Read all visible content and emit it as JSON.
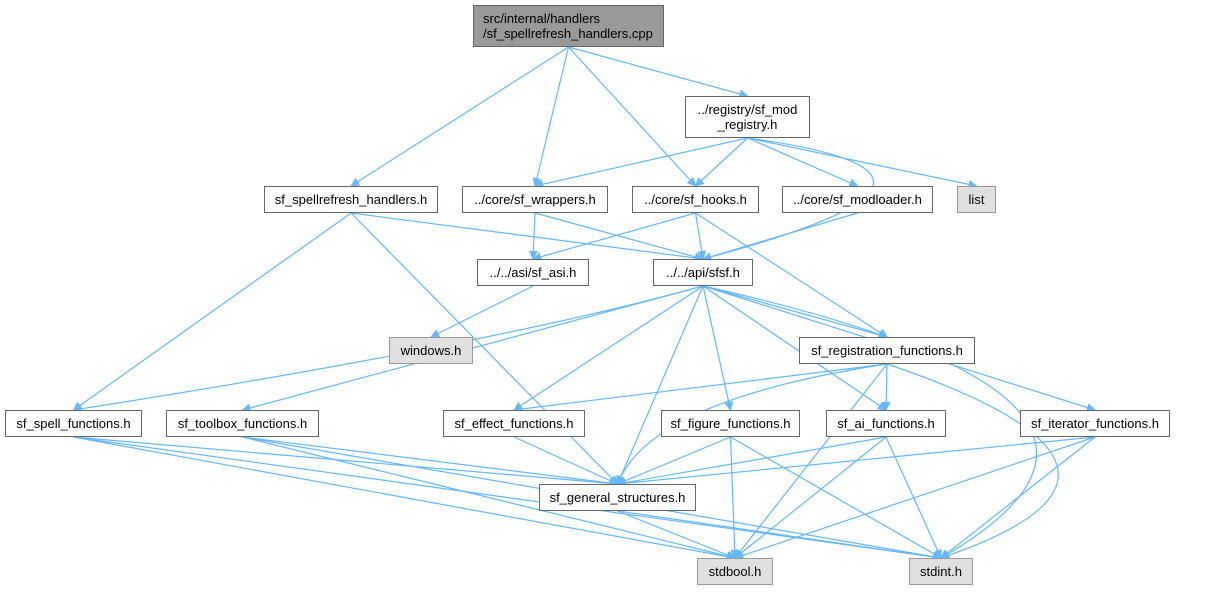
{
  "diagram": {
    "nodes": [
      {
        "id": "root",
        "label": "src/internal/handlers\n/sf_spellrefresh_handlers.cpp",
        "kind": "root"
      },
      {
        "id": "mod_registry",
        "label": "../registry/sf_mod\n_registry.h",
        "kind": "normal"
      },
      {
        "id": "spellrefresh_h",
        "label": "sf_spellrefresh_handlers.h",
        "kind": "normal"
      },
      {
        "id": "wrappers",
        "label": "../core/sf_wrappers.h",
        "kind": "normal"
      },
      {
        "id": "hooks",
        "label": "../core/sf_hooks.h",
        "kind": "normal"
      },
      {
        "id": "modloader",
        "label": "../core/sf_modloader.h",
        "kind": "normal"
      },
      {
        "id": "list",
        "label": "list",
        "kind": "ext"
      },
      {
        "id": "asi",
        "label": "../../asi/sf_asi.h",
        "kind": "normal"
      },
      {
        "id": "sfsf",
        "label": "../../api/sfsf.h",
        "kind": "normal"
      },
      {
        "id": "windows",
        "label": "windows.h",
        "kind": "ext"
      },
      {
        "id": "registration",
        "label": "sf_registration_functions.h",
        "kind": "normal"
      },
      {
        "id": "spell",
        "label": "sf_spell_functions.h",
        "kind": "normal"
      },
      {
        "id": "toolbox",
        "label": "sf_toolbox_functions.h",
        "kind": "normal"
      },
      {
        "id": "effect",
        "label": "sf_effect_functions.h",
        "kind": "normal"
      },
      {
        "id": "figure",
        "label": "sf_figure_functions.h",
        "kind": "normal"
      },
      {
        "id": "ai",
        "label": "sf_ai_functions.h",
        "kind": "normal"
      },
      {
        "id": "iterator",
        "label": "sf_iterator_functions.h",
        "kind": "normal"
      },
      {
        "id": "general",
        "label": "sf_general_structures.h",
        "kind": "normal"
      },
      {
        "id": "stdbool",
        "label": "stdbool.h",
        "kind": "ext"
      },
      {
        "id": "stdint",
        "label": "stdint.h",
        "kind": "ext"
      }
    ],
    "edges": [
      [
        "root",
        "mod_registry"
      ],
      [
        "root",
        "spellrefresh_h"
      ],
      [
        "root",
        "wrappers"
      ],
      [
        "root",
        "hooks"
      ],
      [
        "mod_registry",
        "wrappers"
      ],
      [
        "mod_registry",
        "hooks"
      ],
      [
        "mod_registry",
        "modloader"
      ],
      [
        "mod_registry",
        "list"
      ],
      [
        "mod_registry",
        "sfsf"
      ],
      [
        "spellrefresh_h",
        "sfsf"
      ],
      [
        "spellrefresh_h",
        "spell"
      ],
      [
        "spellrefresh_h",
        "general"
      ],
      [
        "wrappers",
        "asi"
      ],
      [
        "wrappers",
        "sfsf"
      ],
      [
        "hooks",
        "asi"
      ],
      [
        "hooks",
        "sfsf"
      ],
      [
        "hooks",
        "registration"
      ],
      [
        "modloader",
        "sfsf"
      ],
      [
        "asi",
        "windows"
      ],
      [
        "sfsf",
        "registration"
      ],
      [
        "sfsf",
        "spell"
      ],
      [
        "sfsf",
        "toolbox"
      ],
      [
        "sfsf",
        "effect"
      ],
      [
        "sfsf",
        "figure"
      ],
      [
        "sfsf",
        "ai"
      ],
      [
        "sfsf",
        "iterator"
      ],
      [
        "sfsf",
        "general"
      ],
      [
        "sfsf",
        "stdint"
      ],
      [
        "registration",
        "effect"
      ],
      [
        "registration",
        "ai"
      ],
      [
        "registration",
        "general"
      ],
      [
        "registration",
        "stdbool"
      ],
      [
        "registration",
        "stdint"
      ],
      [
        "spell",
        "general"
      ],
      [
        "spell",
        "stdbool"
      ],
      [
        "spell",
        "stdint"
      ],
      [
        "toolbox",
        "general"
      ],
      [
        "toolbox",
        "stdbool"
      ],
      [
        "toolbox",
        "stdint"
      ],
      [
        "effect",
        "general"
      ],
      [
        "figure",
        "general"
      ],
      [
        "figure",
        "stdbool"
      ],
      [
        "figure",
        "stdint"
      ],
      [
        "ai",
        "general"
      ],
      [
        "ai",
        "stdbool"
      ],
      [
        "ai",
        "stdint"
      ],
      [
        "iterator",
        "general"
      ],
      [
        "iterator",
        "stdbool"
      ],
      [
        "iterator",
        "stdint"
      ],
      [
        "general",
        "stdbool"
      ],
      [
        "general",
        "stdint"
      ]
    ],
    "colors": {
      "edge": "#63b8ff",
      "node_border": "#666666",
      "ext_fill": "#e0e0e0",
      "root_fill": "#999999"
    }
  }
}
